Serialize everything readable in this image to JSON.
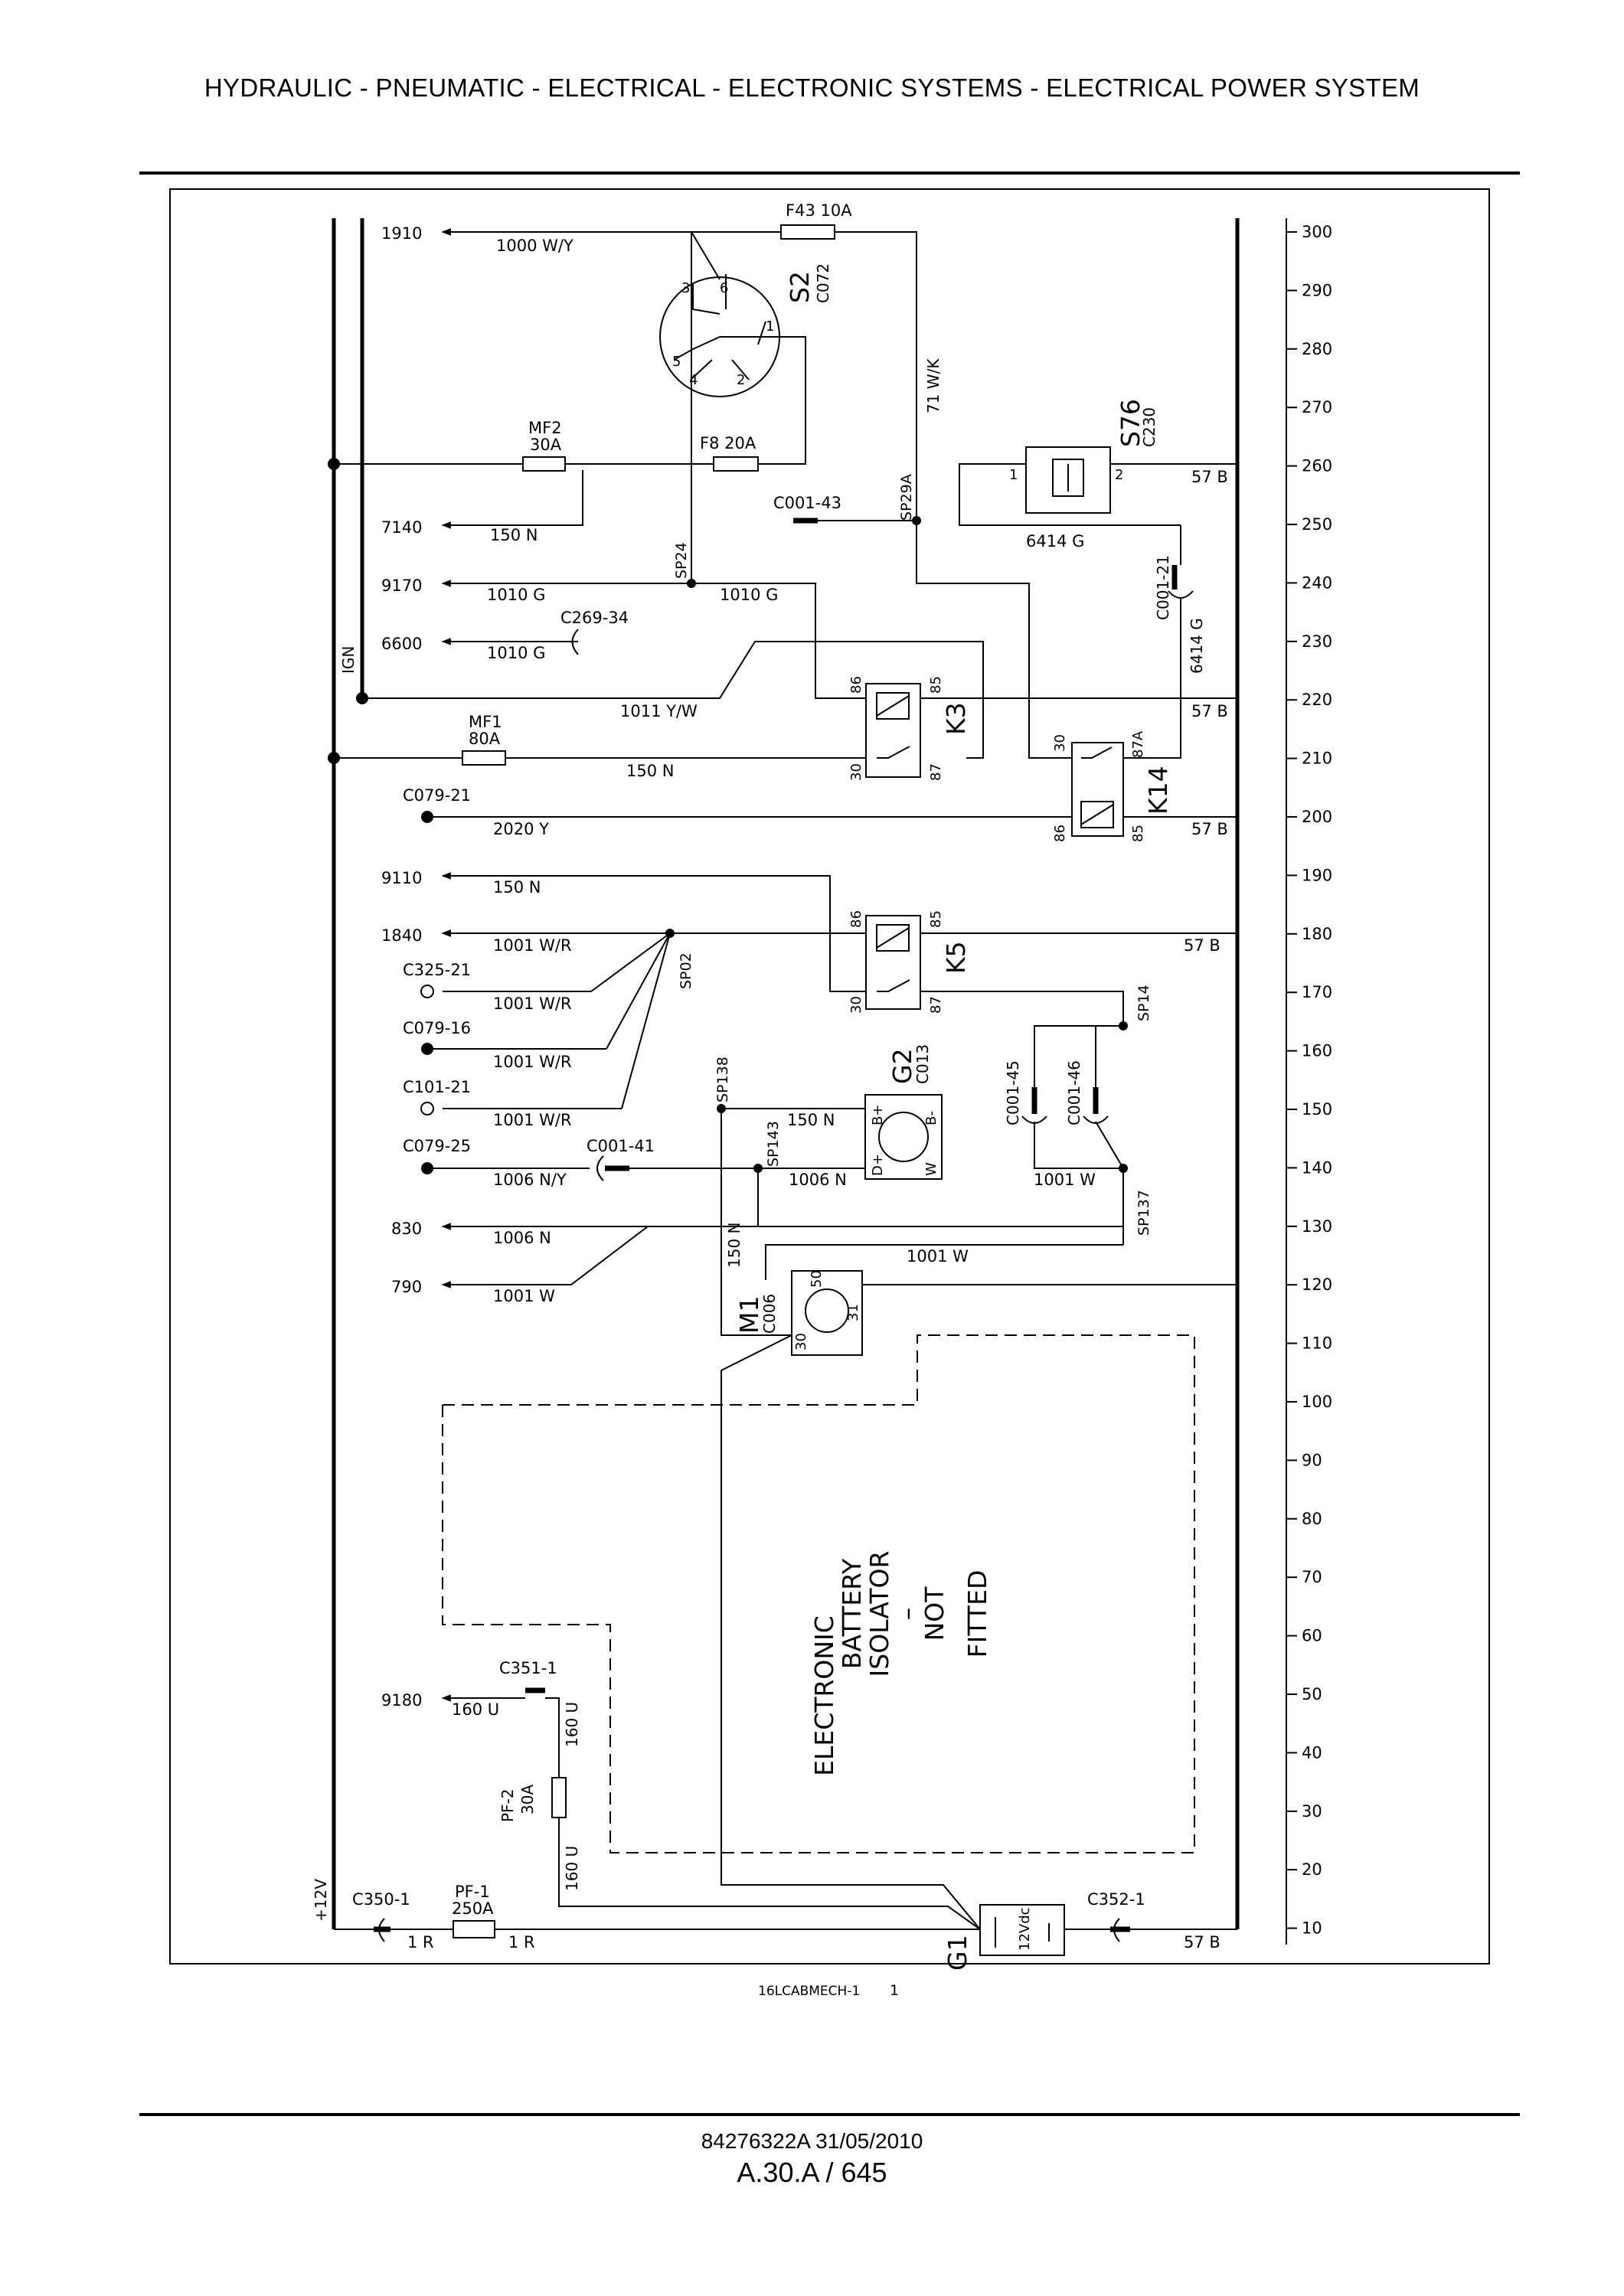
{
  "header": {
    "title": "HYDRAULIC - PNEUMATIC - ELECTRICAL - ELECTRONIC SYSTEMS - ELECTRICAL POWER SYSTEM"
  },
  "scale": {
    "ticks": [
      "300",
      "290",
      "280",
      "270",
      "260",
      "250",
      "240",
      "230",
      "220",
      "210",
      "200",
      "190",
      "180",
      "170",
      "160",
      "150",
      "140",
      "130",
      "120",
      "110",
      "100",
      "90",
      "80",
      "70",
      "60",
      "50",
      "40",
      "30",
      "20",
      "10"
    ]
  },
  "rails": {
    "ign": "IGN",
    "plus12v": "+12V"
  },
  "outputs": {
    "o1910": "1910",
    "o7140": "7140",
    "o9170": "9170",
    "o6600": "6600",
    "o9110": "9110",
    "o1840": "1840",
    "o830": "830",
    "o790": "790",
    "o9180": "9180"
  },
  "connectors": {
    "c079_21": "C079-21",
    "c325_21": "C325-21",
    "c079_16": "C079-16",
    "c101_21": "C101-21",
    "c079_25": "C079-25",
    "c001_41": "C001-41",
    "c001_43": "C001-43",
    "c269_34": "C269-34",
    "c001_21": "C001-21",
    "c001_45": "C001-45",
    "c001_46": "C001-46",
    "c351_1": "C351-1",
    "c350_1": "C350-1",
    "c352_1": "C352-1"
  },
  "wires": {
    "w1000": "1000 W/Y",
    "w150_top": "150 N",
    "w1010a": "1010 G",
    "w1010b": "1010 G",
    "w1010c": "1010 G",
    "w1011": "1011 Y/W",
    "w150_mf1": "150 N",
    "w2020": "2020 Y",
    "w150_9110": "150 N",
    "w1001_1840": "1001 W/R",
    "w1001_325": "1001 W/R",
    "w1001_016": "1001 W/R",
    "w1001_101": "1001 W/R",
    "w1006_ny": "1006 N/Y",
    "w1006_n": "1006 N",
    "w1006_830": "1006 N",
    "w1001_790": "1001 W",
    "w150_g2": "150 N",
    "w150_m1": "150 N",
    "w1001_m1": "1001 W",
    "w1001_sp137": "1001 W",
    "w71": "71 W/K",
    "w6414a": "6414 G",
    "w6414b": "6414 G",
    "w57_260": "57 B",
    "w57_220": "57 B",
    "w57_200": "57 B",
    "w57_180": "57 B",
    "w57_10": "57 B",
    "w160a": "160 U",
    "w160b": "160 U",
    "w160c": "160 U",
    "w1r_a": "1 R",
    "w1r_b": "1 R"
  },
  "fuses": {
    "f43": "F43  10A",
    "f8": "F8  20A",
    "mf2_name": "MF2",
    "mf2_rating": "30A",
    "mf1_name": "MF1",
    "mf1_rating": "80A",
    "pf2_name": "PF-2",
    "pf2_rating": "30A",
    "pf1_name": "PF-1",
    "pf1_rating": "250A"
  },
  "components": {
    "s2": "S2",
    "s2_conn": "C072",
    "s76": "S76",
    "s76_conn": "C230",
    "k3": "K3",
    "k14": "K14",
    "k5": "K5",
    "g2": "G2",
    "g2_conn": "C013",
    "m1": "M1",
    "m1_conn": "C006",
    "g1": "G1",
    "battery": "12Vdc"
  },
  "splices": {
    "sp24": "SP24",
    "sp29a": "SP29A",
    "sp02": "SP02",
    "sp138": "SP138",
    "sp143": "SP143",
    "sp14": "SP14",
    "sp137": "SP137"
  },
  "pins": {
    "k3_86": "86",
    "k3_85": "85",
    "k3_30": "30",
    "k3_87": "87",
    "k14_30": "30",
    "k14_87a": "87A",
    "k14_86": "86",
    "k14_85": "85",
    "k5_86": "86",
    "k5_85": "85",
    "k5_30": "30",
    "k5_87": "87",
    "s76_1": "1",
    "s76_2": "2",
    "s2_3": "3",
    "s2_6": "6",
    "s2_1": "1",
    "s2_5": "5",
    "s2_4": "4",
    "s2_2": "2",
    "m1_50": "50",
    "m1_30": "30",
    "m1_31": "31",
    "g2_bplus": "B+",
    "g2_bminus": "B-",
    "g2_dplus": "D+",
    "g2_w": "W"
  },
  "isolator_lines": [
    "ELECTRONIC",
    "BATTERY",
    "ISOLATOR",
    "–",
    "NOT",
    "FITTED"
  ],
  "figure": {
    "ref": "16LCABMECH-1",
    "number": "1"
  },
  "footer": {
    "doc": "84276322A 31/05/2010",
    "page": "A.30.A / 645"
  }
}
